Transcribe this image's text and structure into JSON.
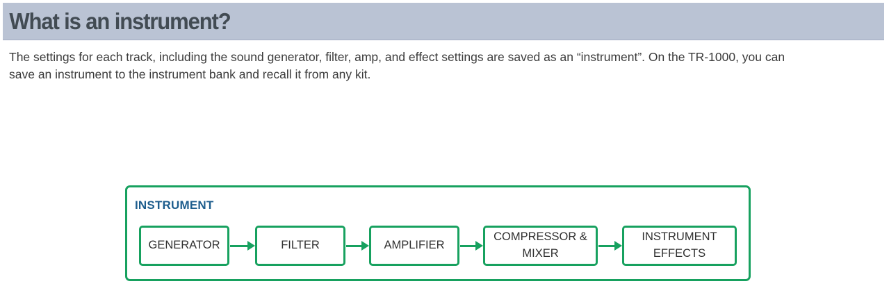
{
  "header": {
    "title": "What is an instrument?"
  },
  "intro": {
    "line1": "The settings for each track, including the sound generator, filter, amp, and effect settings are saved as an “instrument”. On the TR-1000, you can",
    "line2": "save an instrument to the instrument bank and recall it from any kit."
  },
  "diagram": {
    "container_label": "INSTRUMENT",
    "boxes": [
      {
        "label": "GENERATOR"
      },
      {
        "label": "FILTER"
      },
      {
        "label": "AMPLIFIER"
      },
      {
        "label": "COMPRESSOR & MIXER"
      },
      {
        "label": "INSTRUMENT EFFECTS"
      }
    ]
  },
  "colors": {
    "header_bg": "#bac3d4",
    "header_edge": "#a3adc3",
    "header_text": "#424b53",
    "body_text": "#3b3b3b",
    "diagram_green": "#17a15f",
    "instrument_label_blue": "#1d5d8d",
    "box_text": "#303030"
  }
}
